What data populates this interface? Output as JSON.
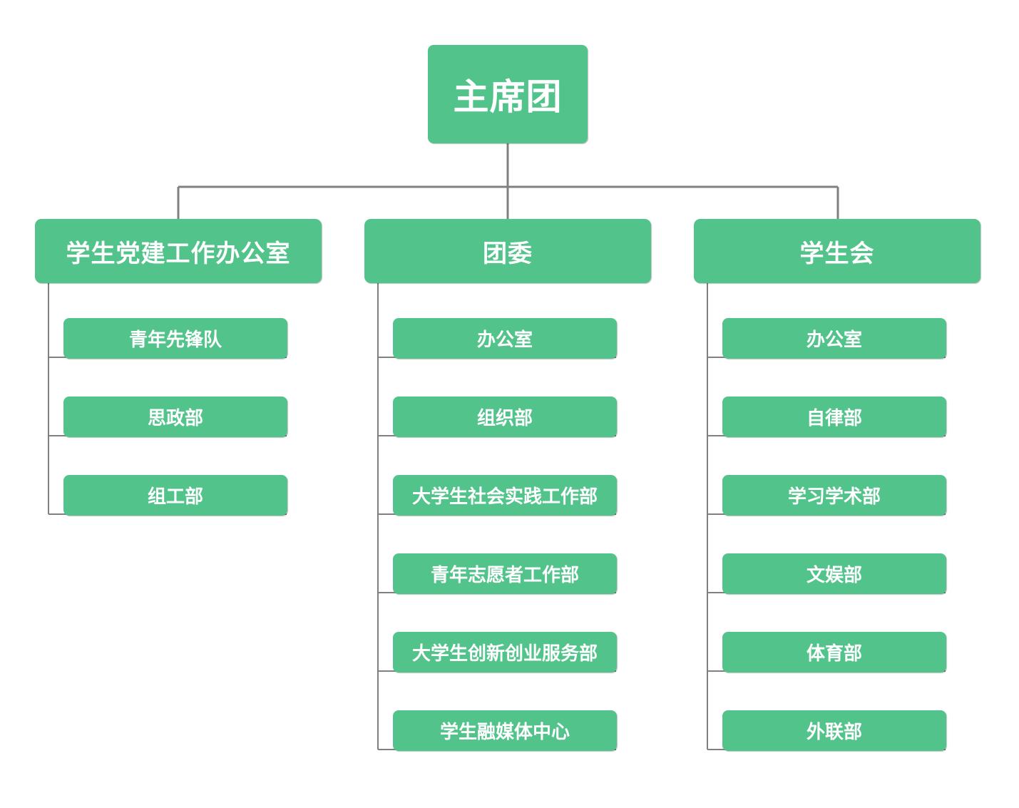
{
  "colors": {
    "node_fill": "#52c48b",
    "node_text": "#ffffff",
    "connector": "#808080",
    "background": "#ffffff"
  },
  "root": {
    "label": "主席团"
  },
  "departments": [
    {
      "label": "学生党建工作办公室",
      "children": [
        "青年先锋队",
        "思政部",
        "组工部"
      ]
    },
    {
      "label": "团委",
      "children": [
        "办公室",
        "组织部",
        "大学生社会实践工作部",
        "青年志愿者工作部",
        "大学生创新创业服务部",
        "学生融媒体中心"
      ]
    },
    {
      "label": "学生会",
      "children": [
        "办公室",
        "自律部",
        "学习学术部",
        "文娱部",
        "体育部",
        "外联部"
      ]
    }
  ]
}
